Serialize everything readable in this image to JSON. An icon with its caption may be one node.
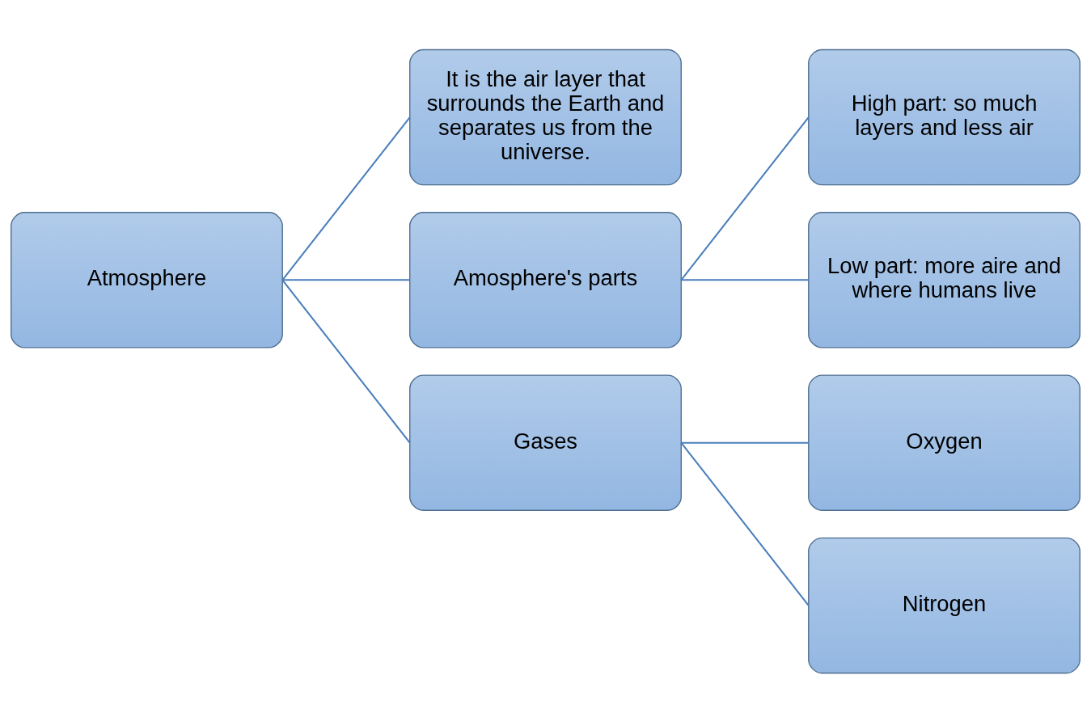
{
  "diagram": {
    "nodes": [
      {
        "text": [
          "Atmosphere"
        ]
      },
      {
        "text": [
          "It is the air layer that surrounds the Earth and separates us from the universe."
        ]
      },
      {
        "text": [
          "Amosphere's parts"
        ]
      },
      {
        "text": [
          "High part: so much layers and less air"
        ]
      },
      {
        "text": [
          "Low part: more aire and where humans live"
        ]
      },
      {
        "text": [
          "Gases"
        ]
      },
      {
        "text": [
          "Oxygen"
        ]
      },
      {
        "text": [
          "Nitrogen"
        ]
      }
    ],
    "edges": [
      {
        "from": 0,
        "to": 1,
        "arrow": "none"
      },
      {
        "from": 0,
        "to": 2,
        "arrow": "none"
      },
      {
        "from": 0,
        "to": 5,
        "arrow": "none"
      },
      {
        "from": 2,
        "to": 3,
        "arrow": "none"
      },
      {
        "from": 2,
        "to": 4,
        "arrow": "none"
      },
      {
        "from": 5,
        "to": 6,
        "arrow": "none"
      },
      {
        "from": 5,
        "to": 7,
        "arrow": "none"
      }
    ]
  }
}
